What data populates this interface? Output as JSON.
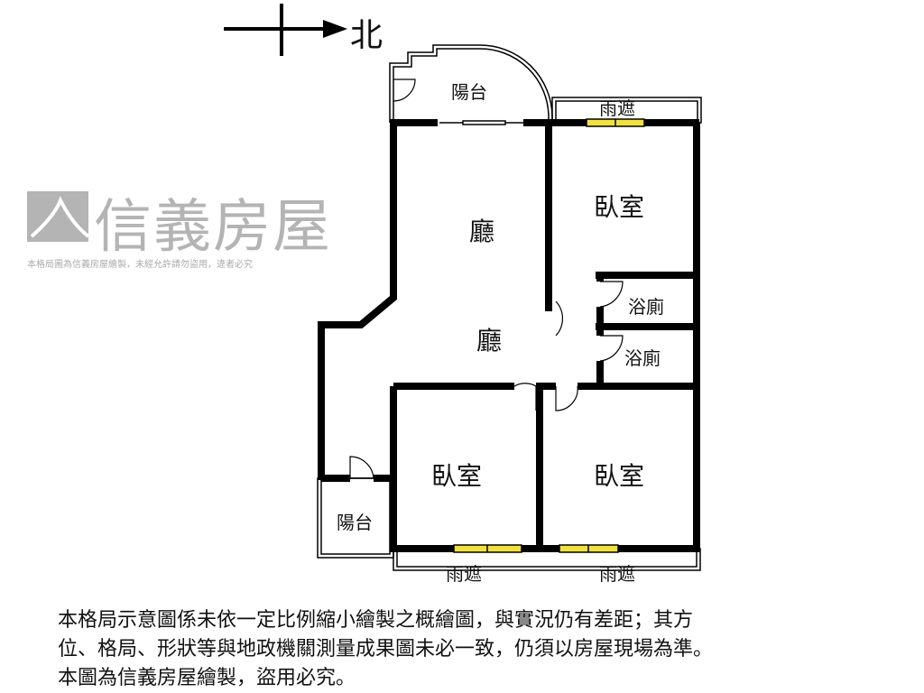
{
  "compass": {
    "label": "北"
  },
  "rooms": {
    "balcony_top": "陽台",
    "living_top": "廳",
    "living_mid": "廳",
    "bedroom_top_right": "臥室",
    "bath_1": "浴廁",
    "bath_2": "浴廁",
    "bedroom_bottom_left": "臥室",
    "bedroom_bottom_right": "臥室",
    "balcony_left": "陽台",
    "shelter_top": "雨遮",
    "shelter_bottom_left": "雨遮",
    "shelter_bottom_right": "雨遮"
  },
  "watermark": {
    "brand": "信義房屋",
    "notice": "本格局圖為信義房屋繪製，未經允許請勿盜用，違者必究"
  },
  "note": {
    "lines": [
      "本格局示意圖係未依一定比例縮小繪製之概繪圖，與實況仍有差距；其方",
      "位、格局、形狀等與地政機關測量成果圖未必一致，仍須以房屋現場為準。",
      "本圖為信義房屋繪製，盜用必究。"
    ]
  },
  "colors": {
    "wall": "#000000",
    "window": "#f0e040",
    "watermark": "#b4b4b4"
  }
}
